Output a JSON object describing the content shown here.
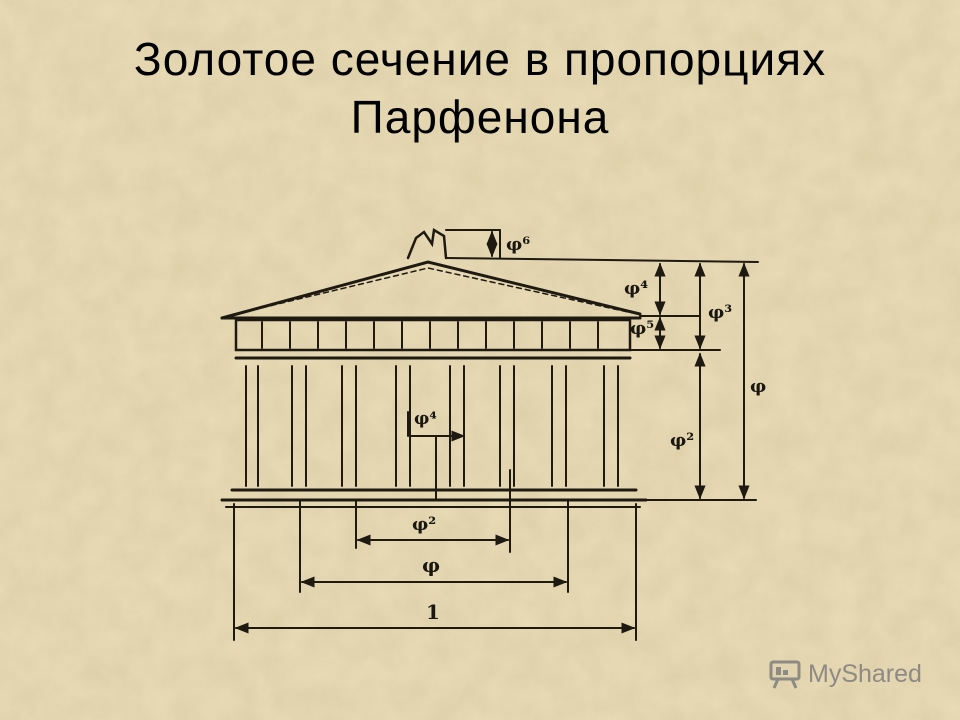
{
  "slide": {
    "title_line1": "Золотое сечение в пропорциях",
    "title_line2": "Парфенона"
  },
  "diagram": {
    "labels": {
      "phi6": "φ⁶",
      "phi4_top": "φ⁴",
      "phi5": "φ⁵",
      "phi3": "φ³",
      "phi_right": "φ",
      "phi2_right": "φ²",
      "phi4_center": "φ⁴",
      "phi2_bottom": "φ²",
      "phi_bottom": "φ",
      "one": "1"
    }
  },
  "watermark": {
    "brand": "MyShared",
    "icon": "presentation-board-icon"
  },
  "colors": {
    "background": "#e9dcb7",
    "ink": "#1e1a12",
    "watermark": "#8e8a84"
  }
}
